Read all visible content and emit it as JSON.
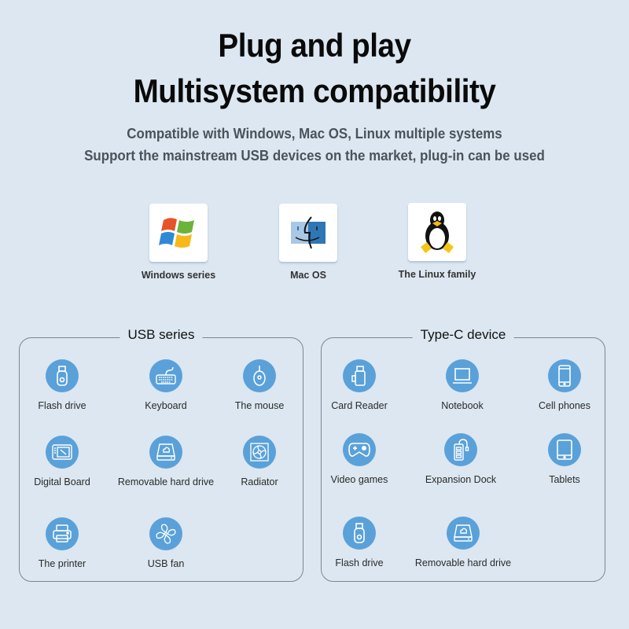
{
  "header": {
    "title_line1": "Plug and play",
    "title_line2": "Multisystem compatibility",
    "subtitle_line1": "Compatible with Windows, Mac OS, Linux multiple systems",
    "subtitle_line2": "Support the mainstream USB devices on the market, plug-in can be used"
  },
  "os": [
    {
      "label": "Windows series",
      "icon": "windows-logo"
    },
    {
      "label": "Mac OS",
      "icon": "mac-finder-logo"
    },
    {
      "label": "The Linux family",
      "icon": "linux-tux-logo"
    }
  ],
  "usb_panel": {
    "title": "USB series",
    "items": [
      {
        "label": "Flash drive",
        "icon": "flash-drive-icon"
      },
      {
        "label": "Keyboard",
        "icon": "keyboard-icon"
      },
      {
        "label": "The mouse",
        "icon": "mouse-icon"
      },
      {
        "label": "Digital Board",
        "icon": "digital-board-icon"
      },
      {
        "label": "Removable hard drive",
        "icon": "hard-drive-icon"
      },
      {
        "label": "Radiator",
        "icon": "radiator-fan-icon"
      },
      {
        "label": "The printer",
        "icon": "printer-icon"
      },
      {
        "label": "USB fan",
        "icon": "fan-icon"
      }
    ]
  },
  "typec_panel": {
    "title": "Type-C device",
    "items": [
      {
        "label": "Card Reader",
        "icon": "card-reader-icon"
      },
      {
        "label": "Notebook",
        "icon": "laptop-icon"
      },
      {
        "label": "Cell phones",
        "icon": "phone-icon"
      },
      {
        "label": "Video games",
        "icon": "gamepad-icon"
      },
      {
        "label": "Expansion Dock",
        "icon": "dock-icon"
      },
      {
        "label": "Tablets",
        "icon": "tablet-icon"
      },
      {
        "label": "Flash drive",
        "icon": "flash-drive-icon"
      },
      {
        "label": "Removable hard drive",
        "icon": "hard-drive-icon"
      }
    ]
  },
  "colors": {
    "background": "#dce7f1",
    "icon_circle": "#5aa1d9",
    "panel_border": "#7c8590"
  }
}
